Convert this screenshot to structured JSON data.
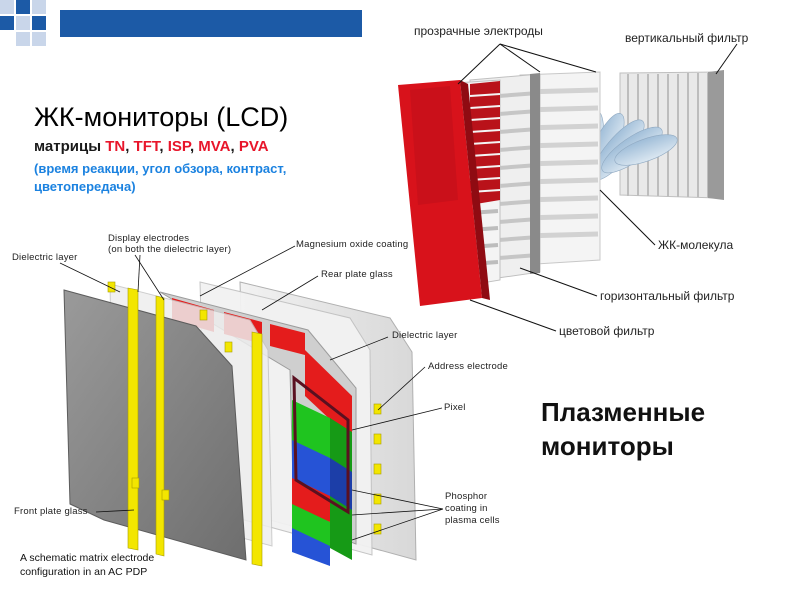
{
  "heading": {
    "title": "ЖК-мониторы (LCD)",
    "matrices_prefix": "матрицы",
    "matrices": [
      "TN",
      "TFT",
      "ISP",
      "MVA",
      "PVA"
    ],
    "parameters": "(время реакции, угол обзора, контраст, цветопередача)"
  },
  "lcd_labels": {
    "transparent_electrodes": "прозрачные электроды",
    "vertical_filter": "вертикальный фильтр",
    "lc_molecule": "ЖК-молекула",
    "horizontal_filter": "горизонтальный фильтр",
    "color_filter": "цветовой фильтр"
  },
  "pdp_labels": {
    "dielectric_layer_left": "Dielectric layer",
    "display_electrodes": "Display electrodes",
    "display_electrodes_note": "(on both the dielectric layer)",
    "magnesium_oxide": "Magnesium oxide coating",
    "rear_plate_glass": "Rear plate glass",
    "dielectric_layer_right": "Dielectric layer",
    "address_electrode": "Address electrode",
    "pixel": "Pixel",
    "phosphor_line1": "Phosphor",
    "phosphor_line2": "coating in",
    "phosphor_line3": "plasma cells",
    "front_plate_glass": "Front plate glass",
    "caption_line1": "A schematic matrix electrode",
    "caption_line2": "configuration in an AC PDP"
  },
  "plasma_title_line1": "Плазменные",
  "plasma_title_line2": "мониторы",
  "colors": {
    "header_bar": "#1c5aa6",
    "square_light": "#c9d6ea",
    "square_dark": "#1c5aa6",
    "highlight_red": "#e8152a",
    "highlight_blue": "#1b82e0",
    "lcd_red": "#d8121b",
    "cell_red": "#e41c1c",
    "cell_green": "#1fc41f",
    "cell_blue": "#2653d6",
    "electrode_yellow": "#f3e600"
  }
}
